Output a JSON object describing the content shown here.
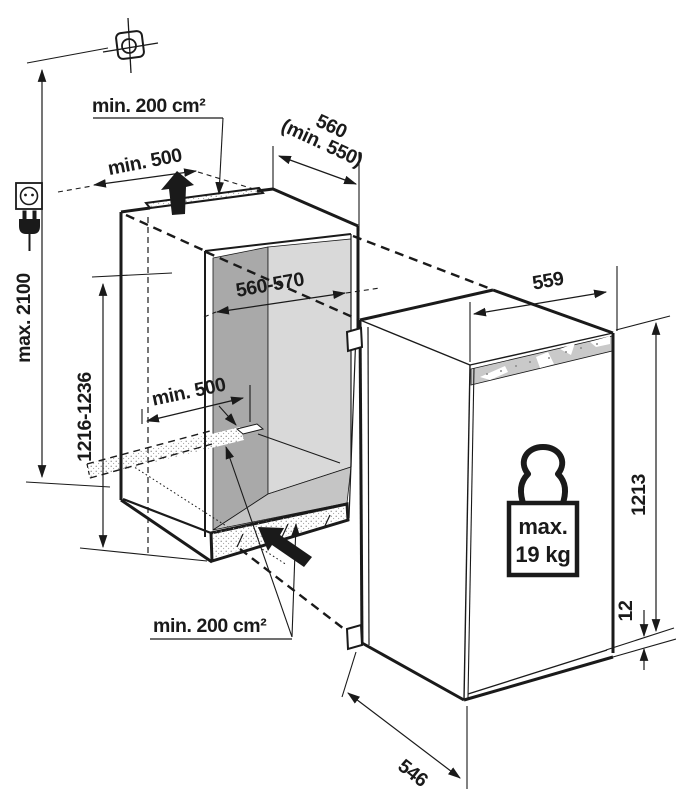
{
  "palette": {
    "line": "#1a1a1a",
    "niche_side_wall": "#a9a9a9",
    "niche_back_wall": "#d9d9d9",
    "niche_floor": "#c5c5c5",
    "grille_fill": "#c9c9c9",
    "background": "#ffffff"
  },
  "labels": {
    "top_vent_area": "min. 200 cm²",
    "top_clearance": "min. 500",
    "cabinet_depth_value": "560",
    "cabinet_depth_note": "(min. 550)",
    "niche_width": "560-570",
    "inner_clearance": "min. 500",
    "bottom_vent_area": "min. 200 cm²",
    "wall_height": "max. 2100",
    "niche_height": "1216-1236",
    "appliance_width": "559",
    "appliance_height": "1213",
    "appliance_depth": "546",
    "plinth_gap": "12",
    "door_weight_prefix": "max.",
    "door_weight_value": "19 kg"
  },
  "icons": [
    {
      "name": "wall-fixing-point-icon"
    },
    {
      "name": "power-socket-icon"
    },
    {
      "name": "power-plug-icon"
    },
    {
      "name": "airflow-up-arrow"
    },
    {
      "name": "airflow-intake-arrow"
    },
    {
      "name": "max-door-weight-icon"
    }
  ]
}
